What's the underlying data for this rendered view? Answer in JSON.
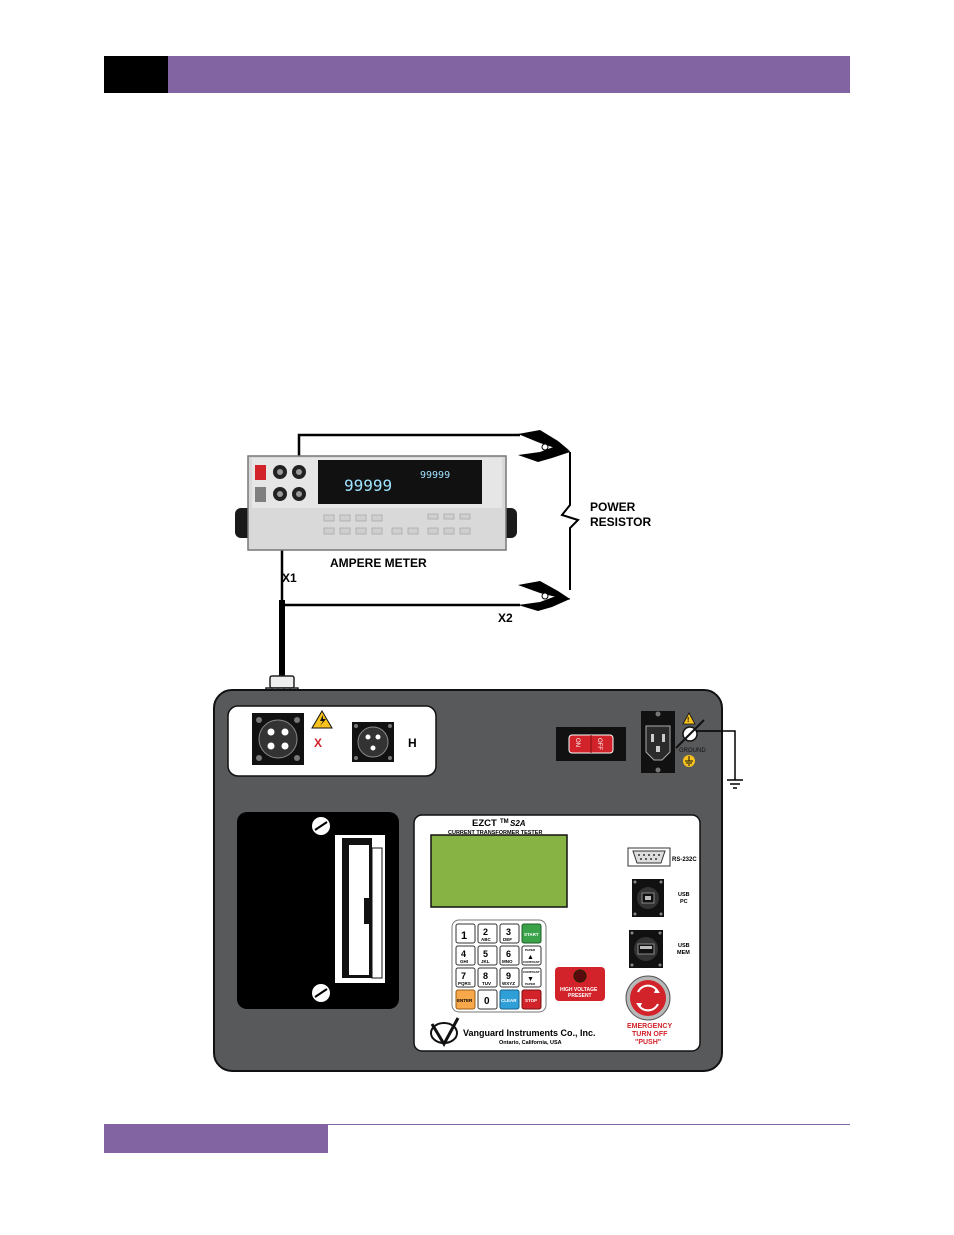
{
  "meter": {
    "display_main": "99999",
    "display_small": "99999",
    "label": "AMPERE METER"
  },
  "labels": {
    "x1": "X1",
    "x2": "X2",
    "power_resistor_line1": "POWER",
    "power_resistor_line2": "RESISTOR"
  },
  "tester": {
    "port_x": "X",
    "port_h": "H",
    "power_switch_on": "ON",
    "power_switch_off": "OFF",
    "ground": "GROUND",
    "model": "EZCT",
    "trademark": "TM",
    "model_suffix": "S2A",
    "subtitle": "CURRENT TRANSFORMER TESTER",
    "rs232": "RS-232C",
    "usb_pc_line1": "USB",
    "usb_pc_line2": "PC",
    "usb_mem_line1": "USB",
    "usb_mem_line2": "MEM",
    "hv_line1": "HIGH VOLTAGE",
    "hv_line2": "PRESENT",
    "emergency_line1": "EMERGENCY",
    "emergency_line2": "TURN OFF",
    "emergency_line3": "\"PUSH\"",
    "company": "Vanguard Instruments Co., Inc.",
    "location": "Ontario, California, USA"
  },
  "keypad": {
    "k1": "1",
    "k2": "2",
    "k2s": "ABC",
    "k3": "3",
    "k3s": "DEF",
    "start": "START",
    "k4": "4",
    "k4s": "GHI",
    "k5": "5",
    "k5s": "JKL",
    "k6": "6",
    "k6s": "MNO",
    "up_top": "PAPER",
    "up_arrow": "▲",
    "up_bottom": "CONTRAST",
    "k7": "7",
    "k7s": "PQRS",
    "k8": "8",
    "k8s": "TUV",
    "k9": "9",
    "k9s": "WXYZ",
    "down_top": "CONTRAST",
    "down_arrow": "▼",
    "down_bottom": "PAPER",
    "enter": "ENTER",
    "k0": "0",
    "clear": "CLEAR",
    "stop": "STOP"
  },
  "colors": {
    "header": "#8264a2",
    "panel": "#58595b",
    "lcd_green": "#86b344",
    "start_key": "#3aa34a",
    "stop_key": "#d2232a",
    "clear_key": "#2f9fd8",
    "enter_key": "#f6a84b",
    "emergency": "#d2232a"
  }
}
